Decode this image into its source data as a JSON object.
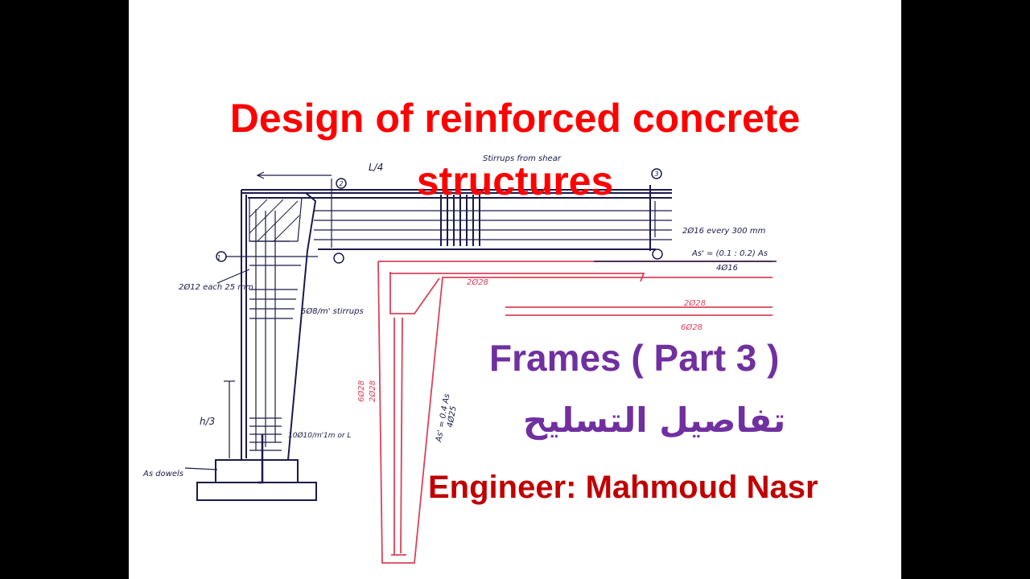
{
  "title": {
    "line1": "Design of reinforced concrete",
    "line2": "structures"
  },
  "subtitle": "Frames ( Part 3 )",
  "arabic_subtitle": "تفاصيل التسليح",
  "author": "Engineer: Mahmoud Nasr",
  "colors": {
    "background": "#ffffff",
    "letterbox": "#000000",
    "title": "#ff0000",
    "subtitle": "#7030a0",
    "author": "#c00000",
    "ink": "#1a1a4a",
    "red_ink": "#d9435a"
  },
  "sketch_labels": {
    "span_label": "L/4",
    "stirrups_note": "Stirrups from shear",
    "node_1": "1",
    "node_2": "2",
    "node_3": "3",
    "top_bars": "2Ø16 every 300 mm",
    "as_prime": "As' = (0.1 : 0.2) As",
    "top_bars_2": "4Ø16",
    "col_bars": "2Ø12 each 25 mm",
    "col_stirrups": "5Ø8/m' stirrups",
    "dowels_note_1": "10Ø10/m'",
    "dowels_note_2": "1m or L",
    "height_label": "h/3",
    "dowels": "As dowels",
    "red_bar_1": "2Ø28",
    "red_bar_2": "2Ø28",
    "red_bar_3": "6Ø28",
    "red_col_1": "6Ø28",
    "red_col_2": "2Ø28",
    "red_as": "As' = 0.4 As",
    "red_as_2": "4Ø25"
  }
}
